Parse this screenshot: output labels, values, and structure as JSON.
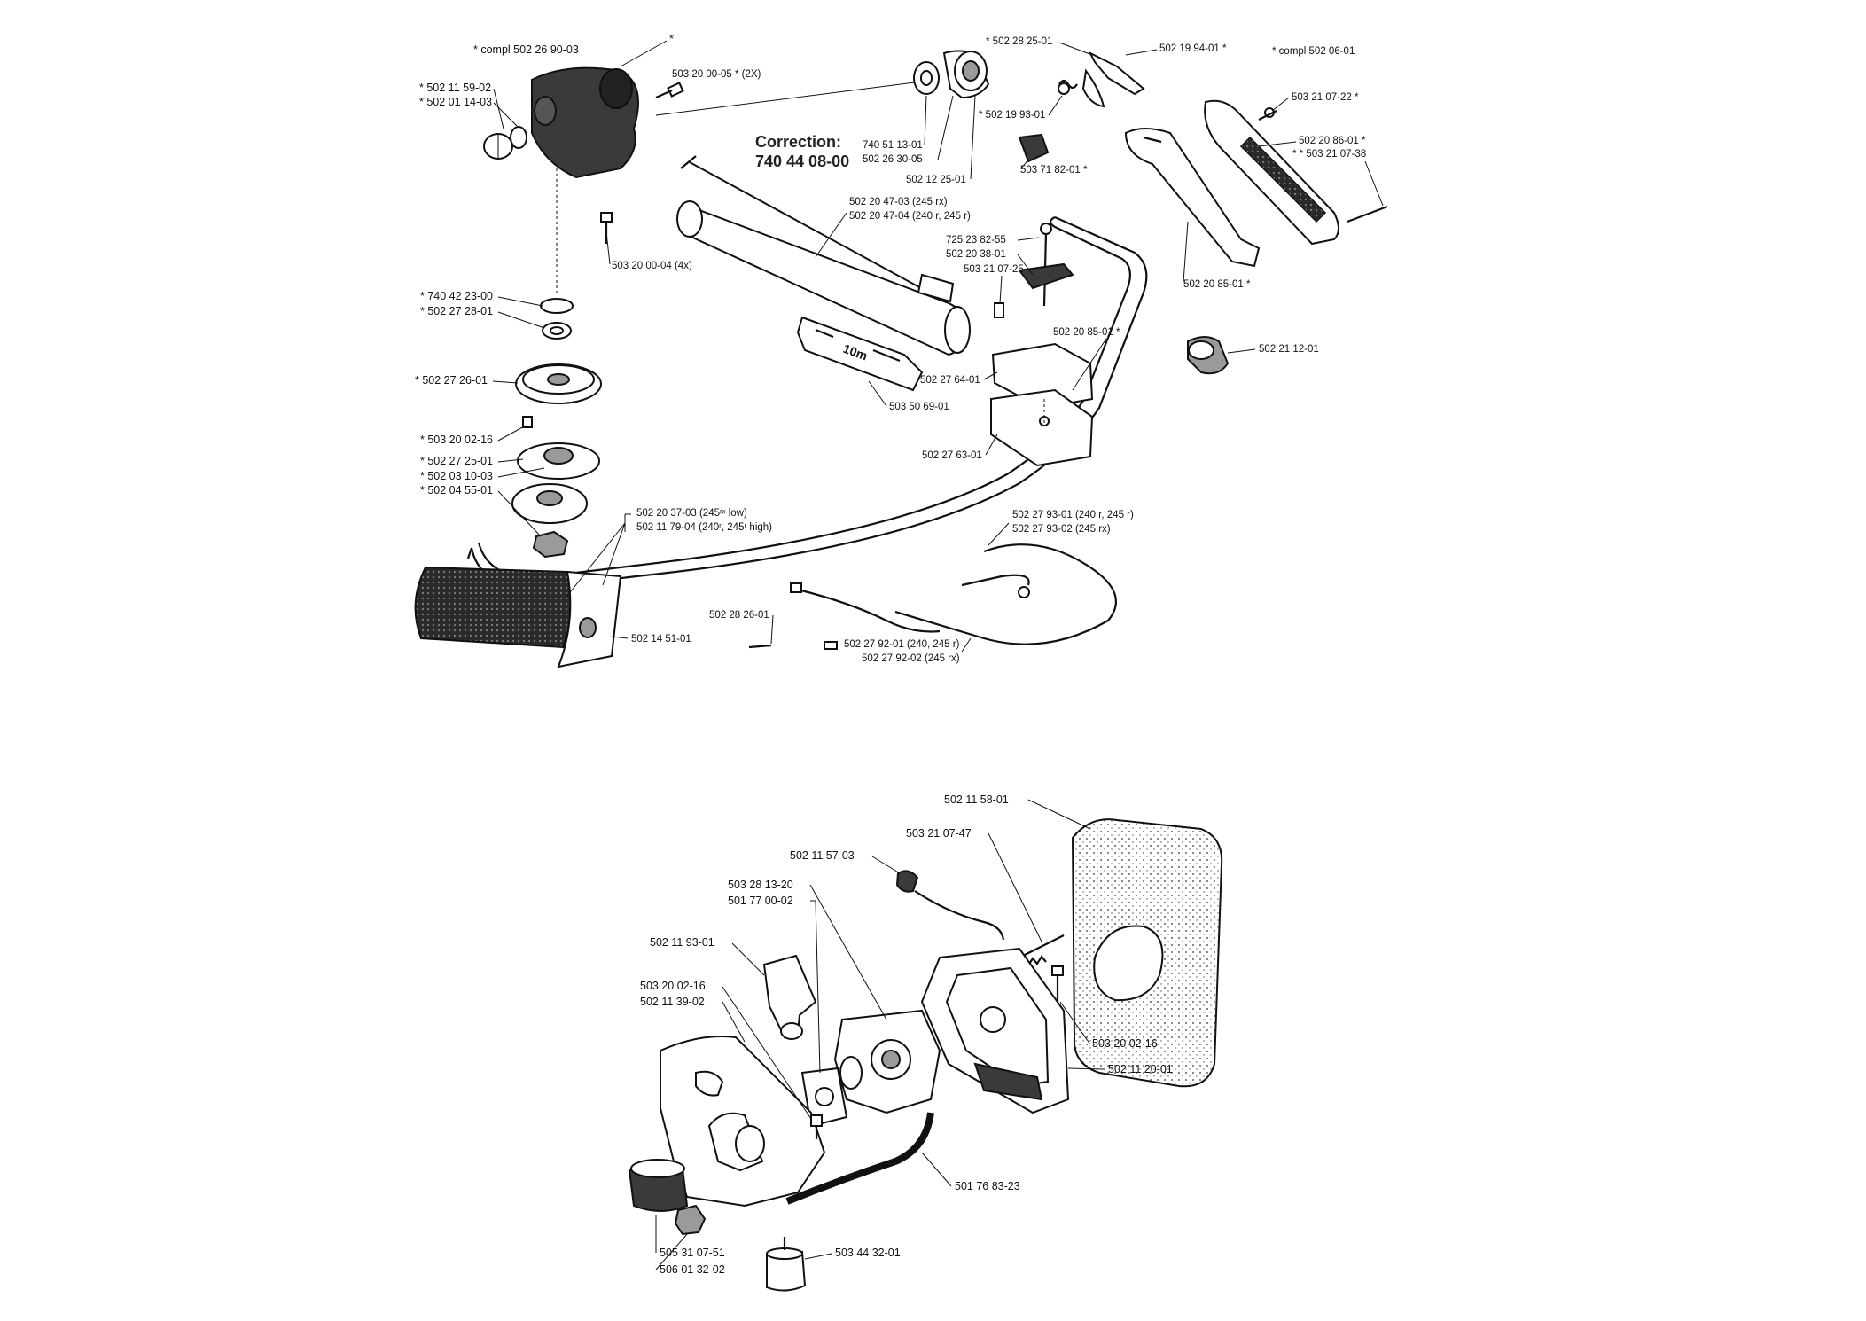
{
  "correction": {
    "title": "Correction:",
    "number": "740 44 08-00"
  },
  "upper": {
    "compl_left": "*  compl 502 26 90-03",
    "star_gearhead": "*",
    "l_502_11_59_02": "*  502 11 59-02",
    "l_502_01_14_03": "*  502 01 14-03",
    "l_503_20_00_05": "503 20 00-05  *  (2X)",
    "l_503_20_00_04": "503 20 00-04  (4x)",
    "l_740_42_23_00": "*  740 42 23-00",
    "l_502_27_28_01": "*  502 27 28-01",
    "l_502_27_26_01": "*  502 27 26-01",
    "l_503_20_02_16": "*  503 20 02-16",
    "l_502_27_25_01": "*  502 27 25-01",
    "l_502_03_10_03": "*  502 03 10-03",
    "l_502_04_55_01": "*  502 04 55-01",
    "l_502_20_37_03": "502 20 37-03  (245ʳˣ low)",
    "l_502_11_79_04": "502 11 79-04  (240ʳ, 245ʳ high)",
    "l_502_14_51_01": "502 14 51-01",
    "l_740_51_13_01": "740 51 13-01",
    "l_502_26_30_05": "502 26 30-05",
    "l_502_12_25_01": "502 12 25-01",
    "l_502_20_47_03": "502 20 47-03  (245 rx)",
    "l_502_20_47_04": "502 20 47-04  (240 r, 245 r)",
    "l_725_23_82_55": "725 23 82-55",
    "l_502_20_38_01": "502 20 38-01",
    "l_503_21_07_25": "503 21 07-25",
    "l_502_20_85_01_mid": "502 20 85-01  *",
    "l_502_27_64_01": "502 27 64-01",
    "l_503_50_69_01": "503 50 69-01",
    "l_502_27_63_01": "502 27 63-01",
    "l_502_28_25_01": "*  502 28 25-01",
    "l_502_19_94_01": "502 19 94-01  *",
    "compl_right": "*  compl 502 06-01",
    "l_502_19_93_01": "*  502 19 93-01",
    "l_503_71_82_01": "503 71 82-01  *",
    "l_503_21_07_22": "503 21 07-22  *",
    "l_502_20_86_01": "502 20 86-01  *",
    "l_503_21_07_38": "* *  503 21 07-38",
    "l_502_20_85_01_right": "502 20 85-01  *",
    "l_502_21_12_01": "502 21 12-01",
    "l_502_27_93_01": "502 27 93-01  (240 r, 245 r)",
    "l_502_27_93_02": "502 27 93-02  (245 rx)",
    "l_502_28_26_01": "502 28 26-01",
    "l_502_27_92_01": "502 27 92-01 (240, 245 r)",
    "l_502_27_92_02": "502 27 92-02 (245 rx)",
    "decal_text": "10m"
  },
  "lower": {
    "l_502_11_58_01": "502 11 58-01",
    "l_503_21_07_47": "503 21 07-47",
    "l_502_11_57_03": "502 11 57-03",
    "l_503_28_13_20": "503 28 13-20",
    "l_501_77_00_02": "501 77 00-02",
    "l_502_11_93_01": "502 11 93-01",
    "l_503_20_02_16": "503 20 02-16",
    "l_502_11_39_02": "502 11 39-02",
    "l_503_20_02_16_b": "503 20 02-16",
    "l_502_11_20_01": "502 11 20-01",
    "l_501_76_83_23": "501 76 83-23",
    "l_505_31_07_51": "505 31 07-51",
    "l_506_01_32_02": "506 01 32-02",
    "l_503_44_32_01": "503 44 32-01"
  }
}
